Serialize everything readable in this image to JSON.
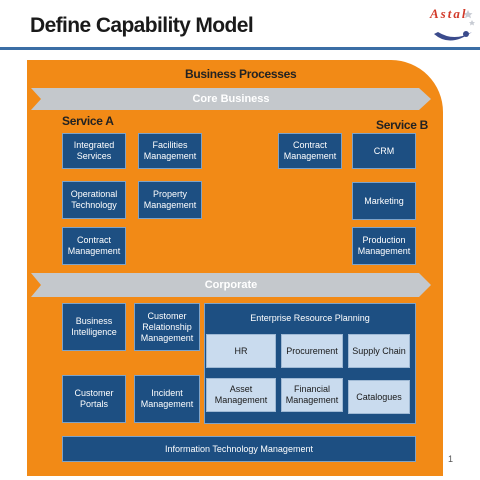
{
  "header": {
    "title": "Define Capability Model",
    "logo_text": "Astal"
  },
  "diagram": {
    "top_heading": "Business Processes",
    "core_band": "Core Business",
    "service_a": "Service A",
    "service_b": "Service B",
    "service_a_boxes": [
      "Integrated\nServices",
      "Facilities\nManagement",
      "Operational\nTechnology",
      "Property\nManagement",
      "Contract\nManagement"
    ],
    "service_b_boxes": [
      "Contract\nManagement",
      "CRM",
      "Marketing",
      "Production\nManagement"
    ],
    "corporate_band": "Corporate",
    "corporate_boxes": [
      "Business\nIntelligence",
      "Customer\nRelationship\nManagement",
      "Customer\nPortals",
      "Incident\nManagement"
    ],
    "erp": {
      "title": "Enterprise Resource Planning",
      "modules": [
        "HR",
        "Procurement",
        "Supply Chain",
        "Asset\nManagement",
        "Financial\nManagement",
        "Catalogues"
      ]
    },
    "itm": "Information Technology Management"
  },
  "page_number": "1",
  "colors": {
    "panel": "#f28a16",
    "box": "#1d4f82",
    "light_box": "#c9dbee",
    "band": "#c4c8cc",
    "title_rule": "#3b6ea5"
  }
}
